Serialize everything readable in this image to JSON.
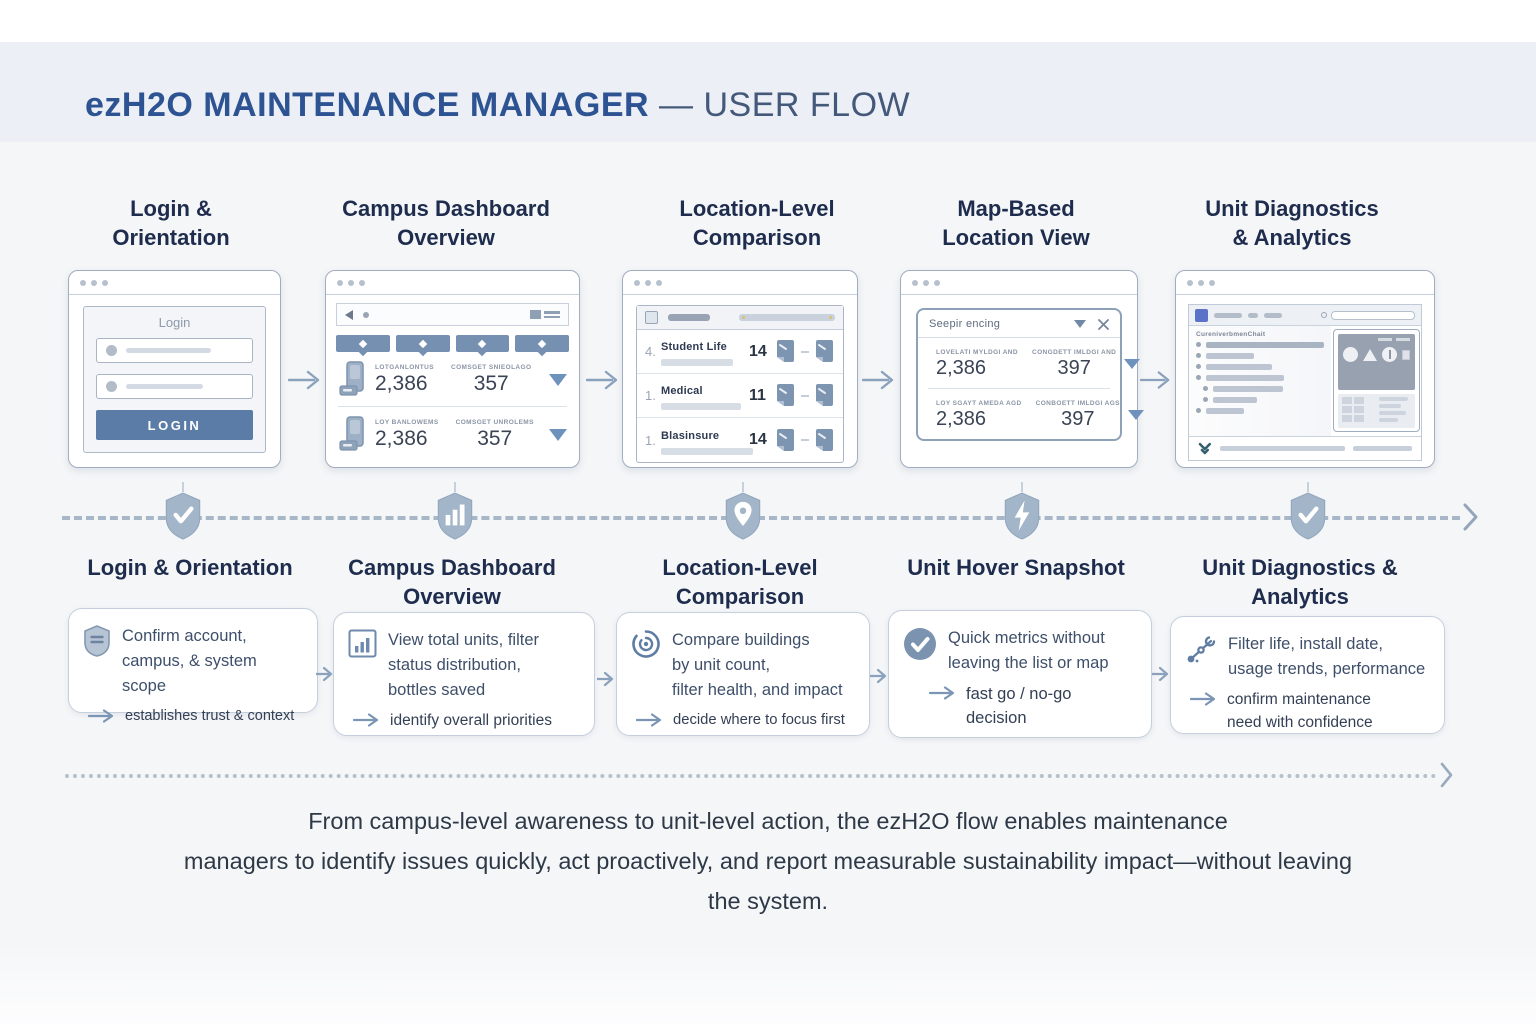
{
  "header": {
    "title_strong": "ezH2O MAINTENANCE MANAGER",
    "title_rest": " — USER FLOW"
  },
  "top_labels": [
    "Login &\nOrientation",
    "Campus Dashboard\nOverview",
    "Location-Level\nComparison",
    "Map-Based\nLocation View",
    "Unit Diagnostics\n& Analytics"
  ],
  "mockups": {
    "login": {
      "panel_title": "Login",
      "button_label": "LOGIN"
    },
    "dashboard": {
      "rows": [
        {
          "label_a": "LOTGANLONTUS",
          "value_a": "2,386",
          "label_b": "COMSGET SNIEOLAGO",
          "value_b": "357"
        },
        {
          "label_a": "LOY BANLOWEMS",
          "value_a": "2,386",
          "label_b": "COMSGET UNROLEMS",
          "value_b": "357"
        }
      ]
    },
    "comparison": {
      "rows": [
        {
          "index": "4.",
          "name": "Student Life",
          "count": "14"
        },
        {
          "index": "1.",
          "name": "Medical",
          "count": "11"
        },
        {
          "index": "1.",
          "name": "Blasinsure",
          "count": "14"
        }
      ]
    },
    "map_popup": {
      "title": "Seepir encing",
      "rows": [
        {
          "label_a": "LOVELATI MYLDGI AND",
          "value_a": "2,386",
          "label_b": "CONGDETT IMLDGI AND",
          "value_b": "397"
        },
        {
          "label_a": "LOY SGAYT AMEDA AGD",
          "value_a": "2,386",
          "label_b": "CONBOETT IMLDGI AGS",
          "value_b": "397"
        }
      ]
    },
    "analytics": {
      "panel_title": "CureniverbmenChait"
    }
  },
  "steps": [
    {
      "label": "Login & Orientation",
      "badge_icon": "shield-check",
      "card_icon": "shield-list",
      "desc": "Confirm account,\ncampus, & system scope",
      "takeaway": "establishes trust & context"
    },
    {
      "label": "Campus Dashboard\nOverview",
      "badge_icon": "shield-bar-chart",
      "card_icon": "bar-chart",
      "desc": "View total units, filter\nstatus distribution,\nbottles saved",
      "takeaway": "identify overall priorities"
    },
    {
      "label": "Location-Level\nComparison",
      "badge_icon": "shield-map-pin",
      "card_icon": "target",
      "desc": "Compare buildings\nby unit count,\nfilter health, and impact",
      "takeaway": "decide where to focus first"
    },
    {
      "label": "Unit Hover Snapshot",
      "badge_icon": "shield-lightning",
      "card_icon": "check-circle",
      "desc": "Quick metrics without\nleaving the list or map",
      "takeaway": "fast go / no-go\ndecision"
    },
    {
      "label": "Unit Diagnostics &\nAnalytics",
      "badge_icon": "shield-check",
      "card_icon": "scatter-trend",
      "desc": "Filter life, install date,\nusage trends, performance",
      "takeaway": "confirm maintenance\nneed with confidence"
    }
  ],
  "colors": {
    "accent_blue": "#2d5392",
    "slate_button": "#5b7ca6",
    "filter_button": "#7590b1",
    "badge_fill": "#a3b5c8",
    "card_border": "#c4d0de"
  },
  "summary": "From campus-level awareness to unit-level action, the ezH2O flow enables maintenance\nmanagers to identify issues quickly, act proactively, and report measurable sustainability impact—without leaving\nthe system."
}
